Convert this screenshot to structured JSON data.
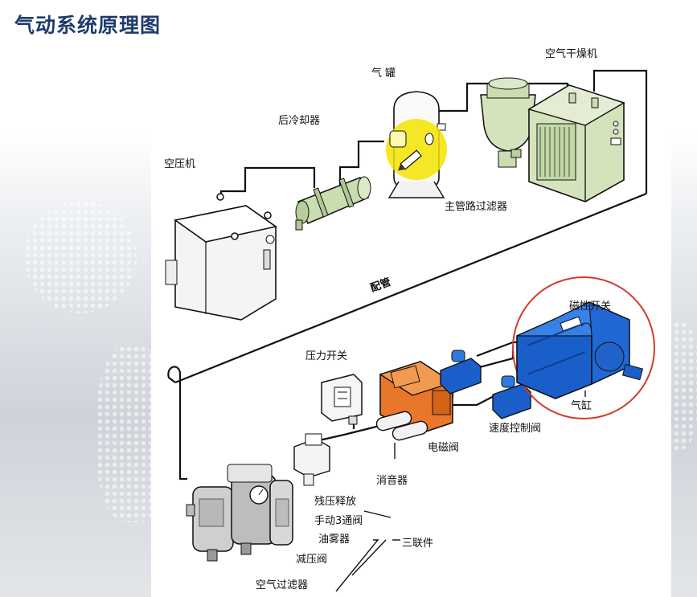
{
  "page_title": "气动系统原理图",
  "labels": {
    "compressor": "空压机",
    "aftercooler": "后冷却器",
    "air_tank": "气罐",
    "air_dryer": "空气干燥机",
    "main_filter": "主管路过滤器",
    "piping": "配管",
    "pressure_switch": "压力开关",
    "magnetic_switch": "磁性开关",
    "solenoid_valve": "电磁阀",
    "speed_control_valve": "速度控制阀",
    "cylinder": "气缸",
    "silencer": "消音器",
    "residual_release": "残压释放",
    "manual_3way": "手动3通阀",
    "lubricator": "油雾器",
    "regulator": "减压阀",
    "air_filter": "空气过滤器",
    "frl_unit": "三联件"
  },
  "colors": {
    "title": "#1f3b6e",
    "solenoid_valve": "#e8772a",
    "cylinder": "#1a5fc9",
    "aftercooler": "#c9ddb0",
    "dryer": "#d5e3bd",
    "highlight": "#f4e300",
    "callout_circle": "#d23a2c"
  },
  "icons": [
    "pencil-cursor-icon"
  ]
}
